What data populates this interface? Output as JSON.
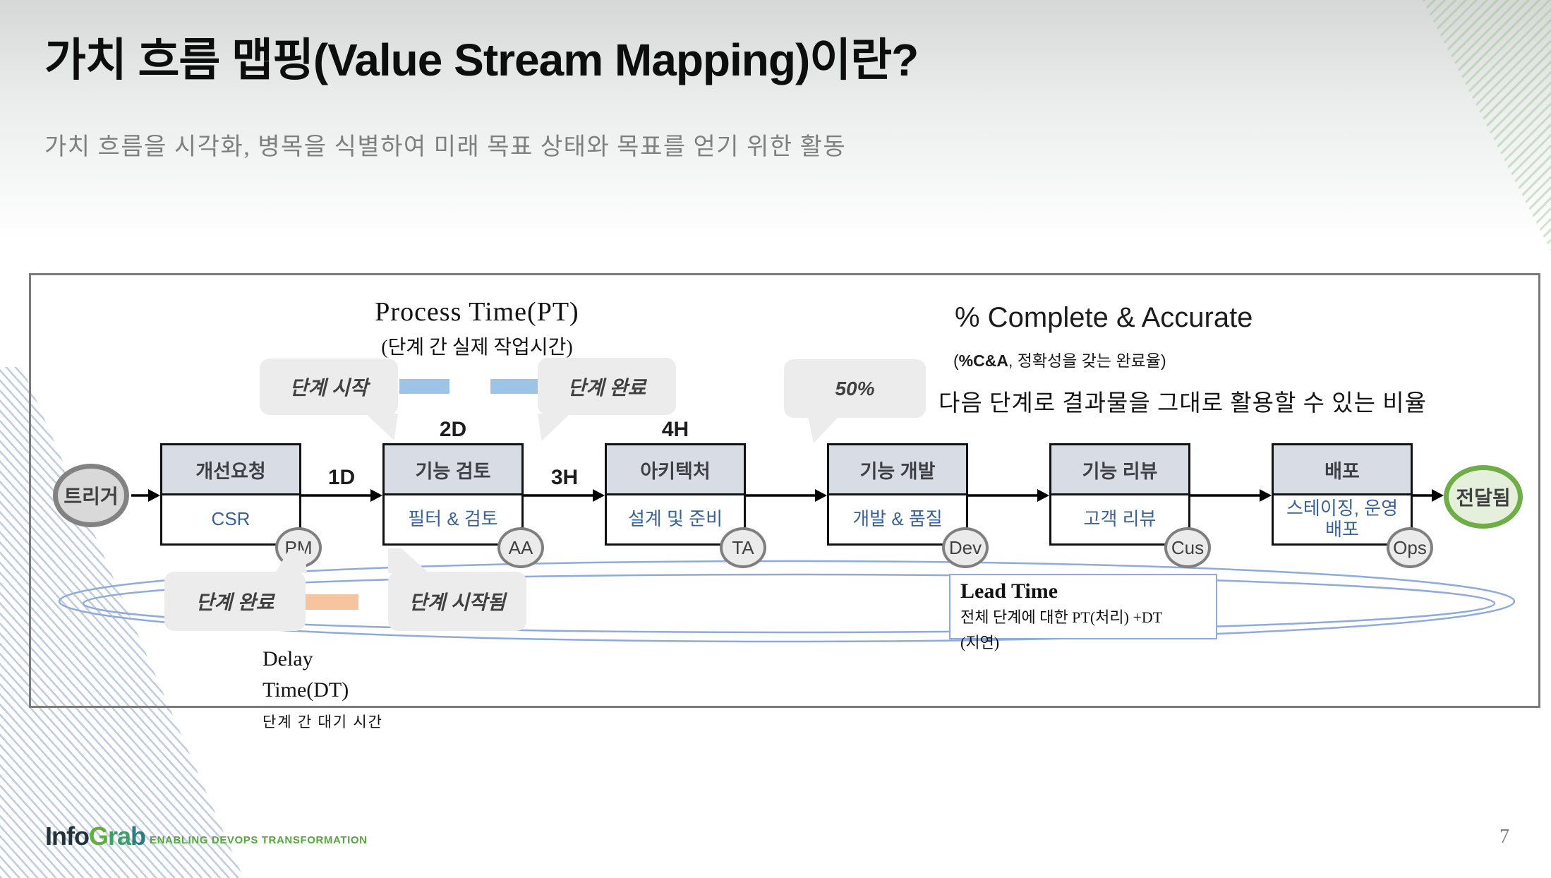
{
  "slide": {
    "title": "가치 흐름 맵핑(Value Stream Mapping)이란?",
    "subtitle": "가치 흐름을 시각화, 병목을 식별하여 미래 목표 상태와 목표를 얻기 위한 활동",
    "page_number": "7"
  },
  "footer": {
    "logo": {
      "part1": "Info",
      "part2": "G",
      "part3": "ra",
      "part4": "b"
    },
    "tagline": "ENABLING DEVOPS TRANSFORMATION"
  },
  "diagram": {
    "process_time": {
      "title": "Process  Time(PT)",
      "subtitle": "(단계 간 실제 작업시간)"
    },
    "complete_accurate": {
      "title": "% Complete & Accurate",
      "paren_open": "(",
      "abbr": "%C&A",
      "subtitle_rest": ",  정확성을 갖는 완료율)",
      "note": "다음 단계로 결과물을 그대로 활용할 수 있는 비율"
    },
    "bubbles": {
      "stage_start": "단계 시작",
      "stage_complete_top": "단계 완료",
      "percent": "50%",
      "stage_complete_bottom": "단계 완료",
      "stage_started": "단계 시작됨"
    },
    "start_node": "트리거",
    "end_node": "전달됨",
    "stages": [
      {
        "title": "개선요청",
        "activity": "CSR",
        "owner": "PM"
      },
      {
        "title": "기능 검토",
        "activity": "필터 & 검토",
        "owner": "AA",
        "pt_label": "2D"
      },
      {
        "title": "아키텍처",
        "activity": "설계 및 준비",
        "owner": "TA",
        "pt_label": "4H"
      },
      {
        "title": "기능 개발",
        "activity": "개발 & 품질",
        "owner": "Dev"
      },
      {
        "title": "기능 리뷰",
        "activity": "고객 리뷰",
        "owner": "Cus"
      },
      {
        "title": "배포",
        "activity": "스테이징, 운영 배포",
        "owner": "Ops"
      }
    ],
    "delay_labels": {
      "first": "1D",
      "second": "3H"
    },
    "lead_time": {
      "title": "Lead Time",
      "desc_line1": "전체 단계에 대한 PT(처리) +DT",
      "desc_line2": "(지연)"
    },
    "delay_time": {
      "title_line1": "Delay",
      "title_line2": "Time(DT)",
      "subtitle": "단계 간 대기 시간"
    }
  },
  "colors": {
    "stage_header_fill": "#D7DCE5",
    "stage_activity_text": "#3A6295",
    "loop_blue": "#8FAADC",
    "process_dash_blue": "#9DC3E6",
    "delay_bar_orange": "#F6C5A0",
    "delivered_green_border": "#6FAE46",
    "delivered_green_fill": "#E4F0DC",
    "trigger_gray_fill": "#D9D9D9",
    "bubble_gray": "#ECECEC",
    "logo_navy": "#22313A",
    "logo_green": "#5FAE3E",
    "logo_teal": "#2B7D80",
    "tagline_green": "#55A73D"
  }
}
